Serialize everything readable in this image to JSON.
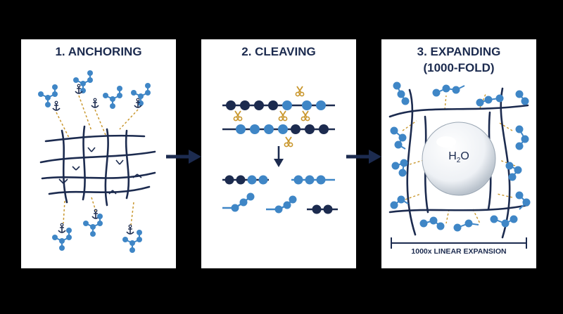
{
  "panels": [
    {
      "title": "1. ANCHORING"
    },
    {
      "title": "2. CLEAVING"
    },
    {
      "title_line1": "3. EXPANDING",
      "title_line2": "(1000-FOLD)"
    }
  ],
  "water_label": {
    "main": "H",
    "sub": "2",
    "tail": "O"
  },
  "expansion_caption": "1000x LINEAR EXPANSION",
  "colors": {
    "navy": "#1c2b4f",
    "blue": "#3f86c6",
    "gold": "#c9972e",
    "background": "#000000",
    "panel": "#ffffff"
  },
  "icons": [
    "anchor-icon",
    "scissors-icon",
    "arrow-right-icon",
    "arrow-down-icon",
    "water-droplet-icon"
  ]
}
